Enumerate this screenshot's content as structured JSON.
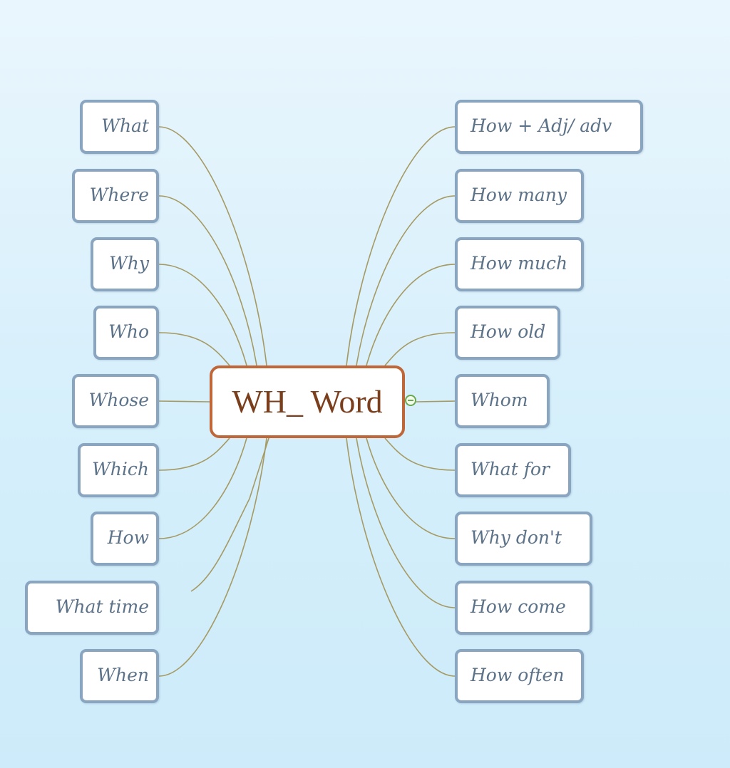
{
  "central": {
    "label": "WH_ Word"
  },
  "colors": {
    "connector": "#a59a63",
    "node_border": "#8aa5c0",
    "node_text": "#5b7289",
    "central_border": "#c0673a",
    "central_text": "#7a3e1c",
    "toggle": "#6aa84f"
  },
  "left_topics": [
    {
      "label": "What"
    },
    {
      "label": "Where"
    },
    {
      "label": "Why"
    },
    {
      "label": "Who"
    },
    {
      "label": "Whose"
    },
    {
      "label": "Which"
    },
    {
      "label": "How"
    },
    {
      "label": "What time"
    },
    {
      "label": "When"
    }
  ],
  "right_topics": [
    {
      "label": "How + Adj/ adv"
    },
    {
      "label": "How many"
    },
    {
      "label": "How much"
    },
    {
      "label": "How old"
    },
    {
      "label": "Whom"
    },
    {
      "label": "What for"
    },
    {
      "label": "Why don't"
    },
    {
      "label": "How come"
    },
    {
      "label": "How often"
    }
  ],
  "collapse_toggle": {
    "icon": "minus-circle-icon"
  }
}
